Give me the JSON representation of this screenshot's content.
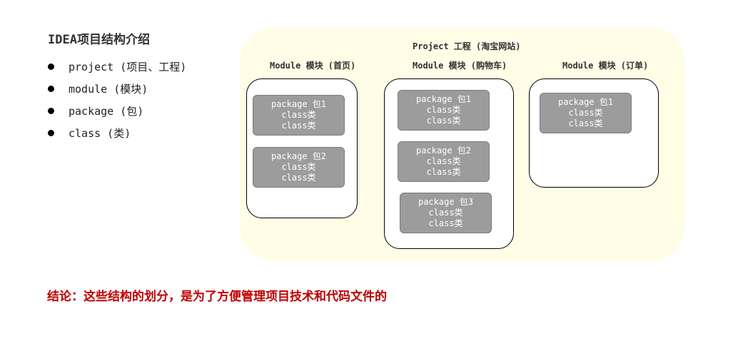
{
  "title": "IDEA项目结构介绍",
  "bullets": [
    "project (项目、工程)",
    "module (模块)",
    "package (包)",
    "class (类)"
  ],
  "project_label": "Project 工程 (淘宝网站)",
  "modules": [
    {
      "label": "Module 模块 (首页)",
      "packages": [
        {
          "name": "package 包1",
          "classes": [
            "class类",
            "class类"
          ]
        },
        {
          "name": "package 包2",
          "classes": [
            "class类",
            "class类"
          ]
        }
      ]
    },
    {
      "label": "Module 模块 (购物车)",
      "packages": [
        {
          "name": "package 包1",
          "classes": [
            "class类",
            "class类"
          ]
        },
        {
          "name": "package 包2",
          "classes": [
            "class类",
            "class类"
          ]
        },
        {
          "name": "package 包3",
          "classes": [
            "class类",
            "class类"
          ]
        }
      ]
    },
    {
      "label": "Module 模块 (订单)",
      "packages": [
        {
          "name": "package 包1",
          "classes": [
            "class类",
            "class类"
          ]
        }
      ]
    }
  ],
  "conclusion": "结论：这些结构的划分，是为了方便管理项目技术和代码文件的",
  "colors": {
    "project_background": "#fffde6",
    "package_fill": "#9c9c9c",
    "conclusion_text": "#c00000"
  }
}
